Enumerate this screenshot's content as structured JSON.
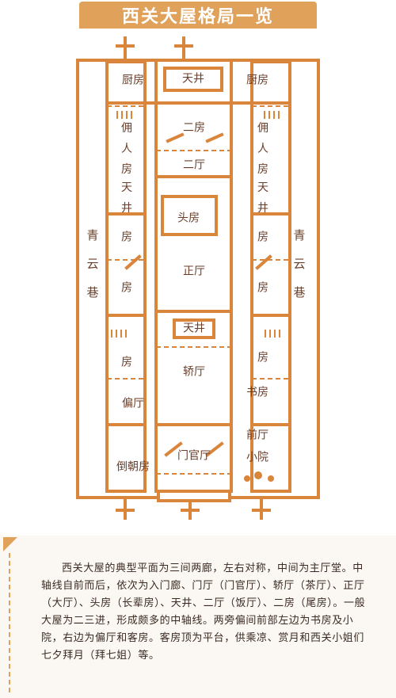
{
  "title": "西关大屋格局一览",
  "colors": {
    "accent": "#e0a15a",
    "wall": "#d9853b",
    "label": "#6b3e2a",
    "text": "#3a2a22"
  },
  "rooms": {
    "kitchen_left": "厨房",
    "skywell_top": "天井",
    "kitchen_right": "厨房",
    "second_room": "二房",
    "second_hall": "二厅",
    "servant_left": "佣人房",
    "servant_right": "佣人房",
    "skywell_left": "天井",
    "skywell_right": "天井",
    "head_room": "头房",
    "main_hall": "正厅",
    "room_left_1": "房",
    "room_left_2": "房",
    "room_right_1": "房",
    "room_right_2": "房",
    "lane_left": "青云巷",
    "lane_right": "青云巷",
    "skywell_center": "天井",
    "sedan_hall": "轿厅",
    "room_left_3": "房",
    "side_hall": "偏厅",
    "room_right_3": "房",
    "study": "书房",
    "front_hall": "前厅",
    "small_yard": "小院",
    "reverse_room": "倒朝房",
    "gate_hall": "门官厅"
  },
  "description": "西关大屋的典型平面为三间两廊，左右对称，中间为主厅堂。中轴线自前而后，依次为入门廊、门厅（门官厅）、轿厅（茶厅）、正厅（大厅）、头房（长辈房）、天井、二厅（饭厅）、二房（尾房）。一般大屋为二三进，形成颇多的中轴线。两旁偏间前部左边为书房及小院，右边为偏厅和客房。客房顶为平台，供乘凉、赏月和西关小姐们七夕拜月（拜七姐）等。"
}
